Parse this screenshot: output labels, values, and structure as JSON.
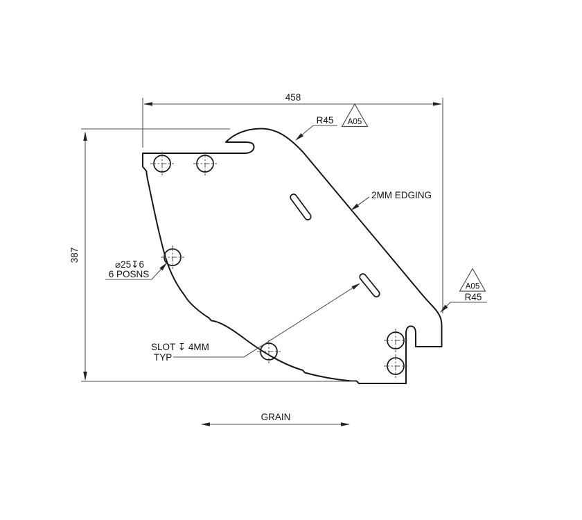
{
  "colors": {
    "background": "#ffffff",
    "outline": "#161616",
    "thin": "#4f4f4f",
    "arrow": "#222222",
    "text": "#111111"
  },
  "drawing": {
    "dim_width": "458",
    "dim_height": "387",
    "notes": {
      "radius_top": "R45",
      "edge_code_top": "A05",
      "edging": "2MM EDGING",
      "edge_code_right": "A05",
      "radius_right": "R45",
      "holes_line1": "⌀25↧6",
      "holes_line2": "6 POSNS",
      "slot_line1": "SLOT ↧ 4MM",
      "slot_line2": "TYP",
      "grain": "GRAIN"
    }
  }
}
